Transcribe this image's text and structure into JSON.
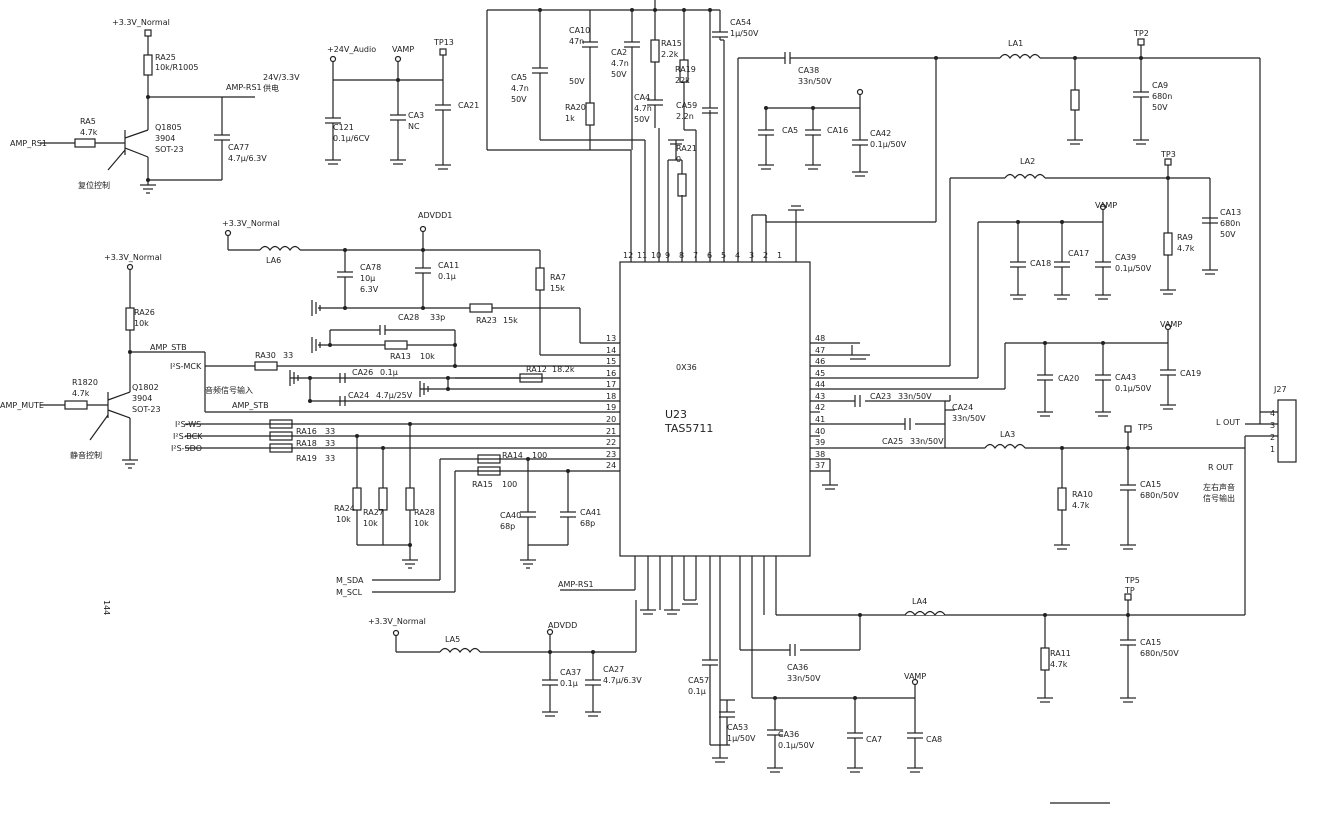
{
  "chip": {
    "name": "U23",
    "part": "TAS5711",
    "pad": "0X36"
  },
  "rails": {
    "v33": "+3.3V_Normal",
    "v24": "+24V_Audio",
    "vamp": "VAMP",
    "advdd1": "ADVDD1",
    "advdd": "ADVDD"
  },
  "signals": {
    "amp_rs1": "AMP_RS1",
    "amp_rs1_net": "AMP-RS1",
    "amp_stb": "AMP_STB",
    "amp_mute": "AMP_MUTE",
    "reset_note": "复位控制",
    "mute_note": "静音控制",
    "supply_note_a": "24V/3.3V",
    "supply_note_b": "供电",
    "i2s_mck": "I²S-MCK",
    "i2s_ws": "I²S-WS",
    "i2s_bck": "I²S-BCK",
    "i2s_sdo": "I²S-SDO",
    "audio_in_note": "音频信号输入",
    "m_sda": "M_SDA",
    "m_scl": "M_SCL"
  },
  "transistors": {
    "q1805": [
      "Q1805",
      "3904",
      "SOT-23"
    ],
    "q1802": [
      "Q1802",
      "3904",
      "SOT-23"
    ]
  },
  "components": {
    "ra25": [
      "RA25",
      "10k/R1005"
    ],
    "ra5": [
      "RA5",
      "4.7k"
    ],
    "ca77": [
      "CA77",
      "4.7μ/6.3V"
    ],
    "c121": [
      "C121",
      "0.1μ/6CV"
    ],
    "ca3": [
      "CA3",
      "NC"
    ],
    "ca21": "CA21",
    "tp13": "TP13",
    "ra26": [
      "RA26",
      "10k"
    ],
    "r1820": [
      "R1820",
      "4.7k"
    ],
    "la6": "LA6",
    "ca78": [
      "CA78",
      "10μ",
      "6.3V"
    ],
    "ca11": [
      "CA11",
      "0.1μ"
    ],
    "ra7": [
      "RA7",
      "15k"
    ],
    "ra23": [
      "RA23",
      "15k"
    ],
    "ca28": [
      "CA28",
      "33p"
    ],
    "ra13": [
      "RA13",
      "10k"
    ],
    "ra30": [
      "RA30",
      "33"
    ],
    "ca26": [
      "CA26",
      "0.1μ"
    ],
    "ca24a": [
      "CA24",
      "4.7μ/25V"
    ],
    "ra12": [
      "RA12",
      "18.2k"
    ],
    "ra16": [
      "RA16",
      "33"
    ],
    "ra18": [
      "RA18",
      "33"
    ],
    "ra19": [
      "RA19",
      "33"
    ],
    "ra14": [
      "RA14",
      "100"
    ],
    "ra15": [
      "RA15",
      "100"
    ],
    "ca40": [
      "CA40",
      "68p"
    ],
    "ca41": [
      "CA41",
      "68p"
    ],
    "ra24": [
      "RA24",
      "10k"
    ],
    "ra27": [
      "RA27",
      "10k"
    ],
    "ra28": [
      "RA28",
      "10k"
    ],
    "la5": "LA5",
    "ca37": [
      "CA37",
      "0.1μ"
    ],
    "ca27": [
      "CA27",
      "4.7μ/6.3V"
    ],
    "ca5a": [
      "CA5",
      "4.7n",
      "50V"
    ],
    "ca10": [
      "CA10",
      "47n",
      "50V"
    ],
    "ca2": [
      "CA2",
      "4.7n",
      "50V"
    ],
    "ra15b": [
      "RA15",
      "2.2k"
    ],
    "ca4": [
      "CA4",
      "4.7n",
      "50V"
    ],
    "ra20": [
      "RA20",
      "1k"
    ],
    "ra21": [
      "RA21",
      "0"
    ],
    "ra19b": [
      "RA19",
      "22k"
    ],
    "ca59": [
      "CA59",
      "2.2n"
    ],
    "ca54": [
      "CA54",
      "1μ/50V"
    ],
    "ca38": [
      "CA38",
      "33n/50V"
    ],
    "ca5b": "CA5",
    "ca16": "CA16",
    "ca42": [
      "CA42",
      "0.1μ/50V"
    ],
    "la1": "LA1",
    "tp2": "TP2",
    "ca9": [
      "CA9",
      "680n",
      "50V"
    ],
    "la2": "LA2",
    "tp3": "TP3",
    "ra9": [
      "RA9",
      "4.7k"
    ],
    "ca13": [
      "CA13",
      "680n",
      "50V"
    ],
    "ca18": "CA18",
    "ca17": "CA17",
    "ca39": [
      "CA39",
      "0.1μ/50V"
    ],
    "ca20": "CA20",
    "ca43": [
      "CA43",
      "0.1μ/50V"
    ],
    "ca19": "CA19",
    "ca23": [
      "CA23",
      "33n/50V"
    ],
    "ca24b": [
      "CA24",
      "33n/50V"
    ],
    "ca25": [
      "CA25",
      "33n/50V"
    ],
    "la3": "LA3",
    "tp5a": "TP5",
    "ra10": [
      "RA10",
      "4.7k"
    ],
    "ca15a": [
      "CA15",
      "680n/50V"
    ],
    "la4": "LA4",
    "tp5b": [
      "TP5",
      "TP"
    ],
    "ra11": [
      "RA11",
      "4.7k"
    ],
    "ca15b": [
      "CA15",
      "680n/50V"
    ],
    "ca36a": [
      "CA36",
      "33n/50V"
    ],
    "ca57": [
      "CA57",
      "0.1μ"
    ],
    "ca53": [
      "CA53",
      "1μ/50V"
    ],
    "ca36b": [
      "CA36",
      "0.1μ/50V"
    ],
    "ca7": "CA7",
    "ca8": "CA8"
  },
  "connector": {
    "name": "J27",
    "l_out": "L OUT",
    "r_out": "R OUT",
    "note_a": "左右声音",
    "note_b": "信号输出",
    "pins": [
      "4",
      "3",
      "2",
      "1"
    ]
  },
  "pins": {
    "top": [
      "12",
      "11",
      "10",
      "9",
      "8",
      "7",
      "6",
      "5",
      "4",
      "3",
      "2",
      "1"
    ],
    "left": [
      "13",
      "14",
      "15",
      "16",
      "17",
      "18",
      "19",
      "20",
      "21",
      "22",
      "23",
      "24"
    ],
    "right": [
      "48",
      "47",
      "46",
      "45",
      "44",
      "43",
      "42",
      "41",
      "40",
      "39",
      "38",
      "37"
    ]
  },
  "page_mark": "144"
}
